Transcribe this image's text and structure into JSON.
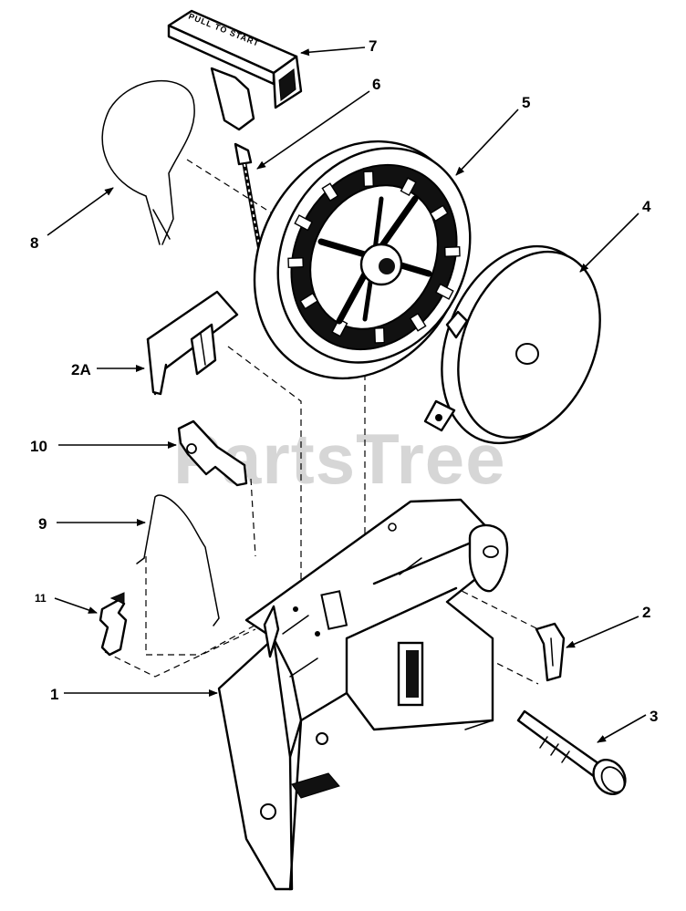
{
  "watermark": {
    "text": "PartsTree",
    "trademark": "™"
  },
  "handle": {
    "text": "PULL TO START"
  },
  "callouts": {
    "c1": "1",
    "c2": "2",
    "c2a": "2A",
    "c3": "3",
    "c4": "4",
    "c5": "5",
    "c6": "6",
    "c7": "7",
    "c8": "8",
    "c9": "9",
    "c10": "10",
    "c11": "11"
  }
}
